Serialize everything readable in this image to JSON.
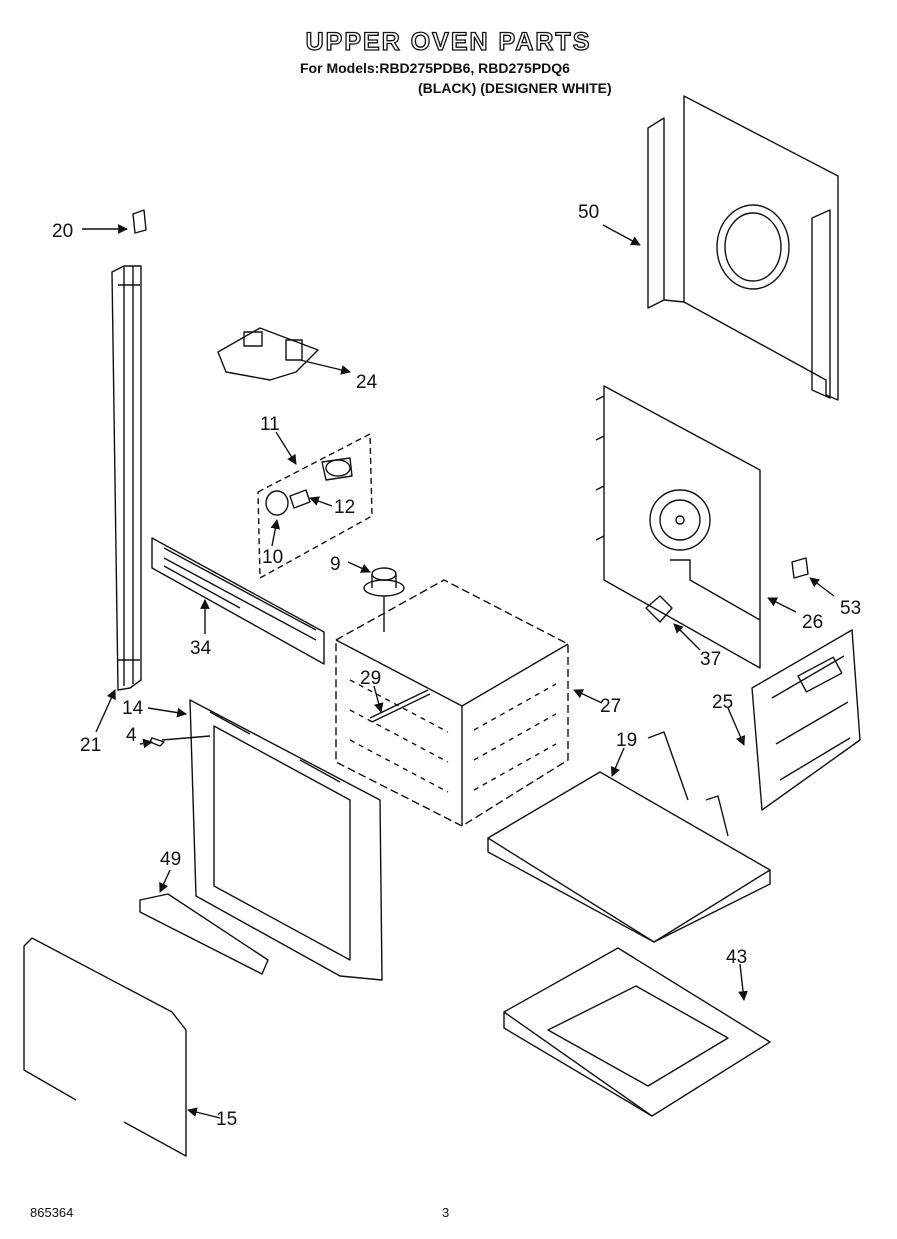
{
  "header": {
    "title": "UPPER OVEN PARTS",
    "models_line": "For Models:RBD275PDB6, RBD275PDQ6",
    "variants_line": "(BLACK)  (DESIGNER WHITE)"
  },
  "callouts": {
    "p20": "20",
    "p50": "50",
    "p24": "24",
    "p11": "11",
    "p12": "12",
    "p10": "10",
    "p9": "9",
    "p34": "34",
    "p53": "53",
    "p26": "26",
    "p37": "37",
    "p29": "29",
    "p27": "27",
    "p25": "25",
    "p14": "14",
    "p4": "4",
    "p21": "21",
    "p19": "19",
    "p49": "49",
    "p43": "43",
    "p15": "15"
  },
  "footer": {
    "doc_number": "865364",
    "page_number": "3"
  }
}
